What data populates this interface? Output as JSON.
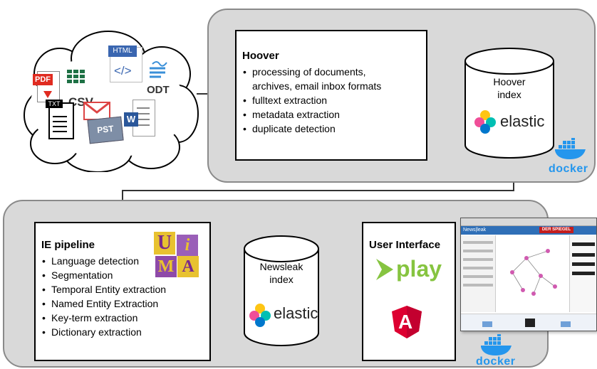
{
  "hoover": {
    "title": "Hoover",
    "items": [
      "processing of documents,",
      "archives, email inbox formats",
      "fulltext extraction",
      "metadata extraction",
      "duplicate detection"
    ]
  },
  "hoover_index": {
    "line1": "Hoover",
    "line2": "index",
    "engine": "elastic"
  },
  "ie_pipeline": {
    "title": "IE pipeline",
    "items": [
      "Language detection",
      "Segmentation",
      "Temporal Entity extraction",
      "Named Entity Extraction",
      "Key-term extraction",
      "Dictionary extraction"
    ],
    "logo_letters": [
      "U",
      "i",
      "M",
      "A"
    ]
  },
  "newsleak_index": {
    "line1": "Newsleak",
    "line2": "index",
    "engine": "elastic"
  },
  "user_interface": {
    "title": "User Interface",
    "play_label": "play",
    "angular_letter": "A"
  },
  "docker_label": "docker",
  "file_types": {
    "pdf": "PDF",
    "html": "HTML",
    "code": "</>",
    "odt": "ODT",
    "csv": "CSV",
    "txt": "TXT",
    "pst": "PST",
    "word": "W"
  },
  "screenshot": {
    "app_name": "News|leak",
    "banner": "DER SPIEGEL"
  },
  "colors": {
    "panel": "#d9d9d9",
    "docker_blue": "#2496ed",
    "play_green": "#86c440",
    "angular_red": "#dd0031",
    "elastic_yellow": "#fec514",
    "elastic_teal": "#00bfb3",
    "elastic_pink": "#f04e98",
    "elastic_blue": "#0077cc"
  }
}
